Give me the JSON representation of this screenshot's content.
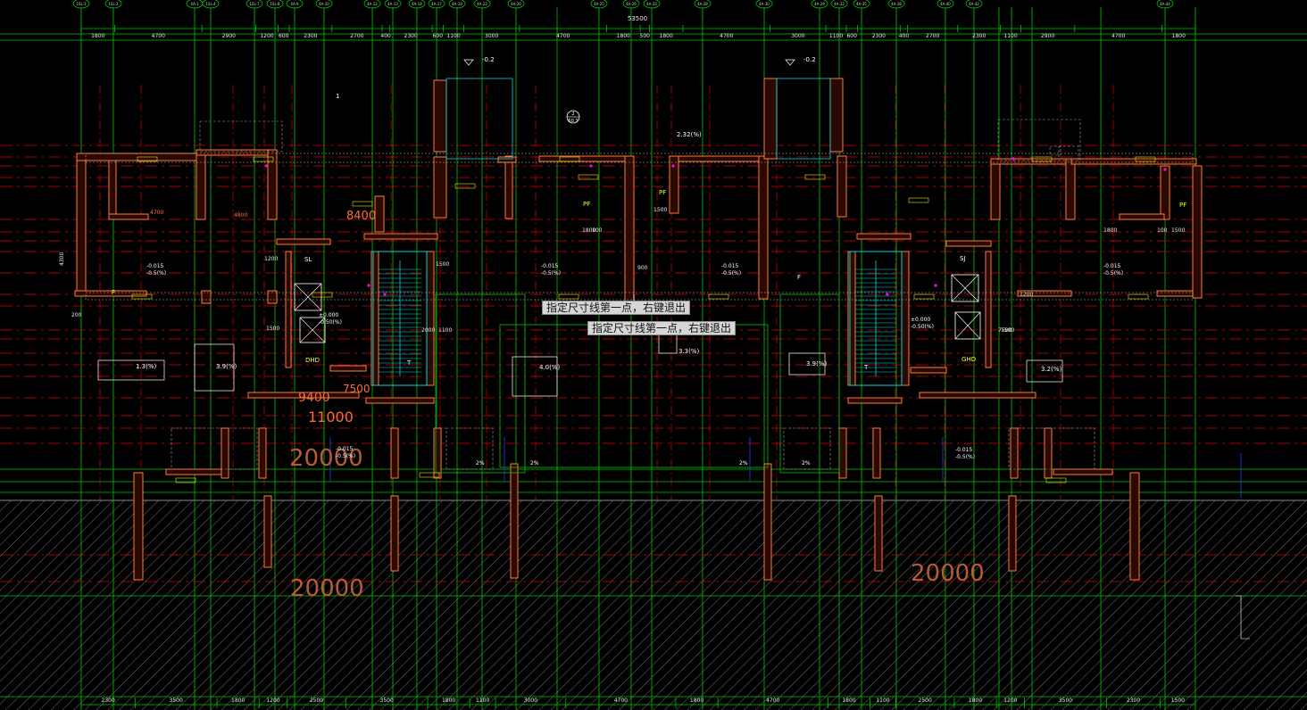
{
  "canvas": {
    "background": "#000000",
    "colors": {
      "axis_green": "#00c400",
      "axis_red": "#d40000",
      "wall_orange": "#ff7a3c",
      "wall_fill": "#2a0a00",
      "dim_yellow": "#e8e800",
      "cyan": "#00d6d6",
      "text_white": "#ffffff",
      "hatch_gray": "#7a7a7a",
      "accent_magenta": "#ff00ff",
      "label_blue": "#2040ff"
    }
  },
  "top_dimensions": {
    "total": "53500",
    "segments": [
      "1800",
      "4700",
      "2900",
      "1200",
      "600",
      "2300",
      "2700",
      "400",
      "2300",
      "600",
      "1100",
      "3000",
      "4700",
      "1800",
      "500",
      "1800",
      "4700",
      "3000",
      "1100",
      "600",
      "2300",
      "400",
      "2700",
      "2300",
      "1100",
      "2900",
      "4700",
      "1800"
    ]
  },
  "bottom_dimensions": {
    "segments": [
      "2300",
      "3500",
      "1800",
      "1200",
      "2500",
      "3500",
      "1800",
      "1100",
      "3000",
      "4700",
      "1800",
      "4700",
      "1800",
      "1100",
      "2500",
      "1800",
      "1200",
      "3500",
      "2300",
      "1500"
    ]
  },
  "axis_bubbles": [
    "1SL-1",
    "1SL-2",
    "4A-1",
    "1SL-4",
    "1SL-7",
    "1SL-8",
    "4A-9",
    "4A-10",
    "4A-12",
    "4A-13",
    "4A-14",
    "4A-17",
    "4A-19",
    "4A-22",
    "4A-20",
    "4A-25",
    "4A-26",
    "4A-33",
    "4A-28",
    "4A-30",
    "4A-29",
    "4A-32",
    "4A-35",
    "4A-38",
    "4A-40",
    "4A-42",
    "4A-44"
  ],
  "large_dims": {
    "d8400": "8400",
    "d9400": "9400",
    "d11000": "11000",
    "d7500": "7500",
    "d20000_a": "20000",
    "d20000_b": "20000",
    "d20000_c": "20000"
  },
  "elev_marks": [
    "-0.2",
    "-0.2",
    "2.32(%)",
    "1.3(%)",
    "3.9(%)",
    "4.0(%)",
    "3.3(%)",
    "3.9(%)",
    "3.2(%)"
  ],
  "room_labels": [
    "SL",
    "SJ",
    "PF",
    "PF",
    "PF",
    "F",
    "F",
    "DHD",
    "GHD",
    "T",
    "T",
    "1"
  ],
  "level_marks": [
    "±0.000",
    "-0.50(%)",
    "±0.000",
    "-0.50(%)",
    "-0.015",
    "-0.5(%)",
    "-0.015",
    "-0.5(%)",
    "-0.015",
    "-0.5(%)",
    "-0.015",
    "-0.5(%)",
    "-0.015",
    "-0.5(%)",
    "-0.015",
    "-0.5(%)"
  ],
  "small_dims": [
    "1200",
    "1500",
    "1500",
    "1200",
    "1500",
    "1500",
    "1800",
    "1500",
    "200",
    "900",
    "100",
    "100",
    "4700",
    "4800",
    "2000",
    "1100",
    "7500",
    "1800",
    "4300"
  ],
  "slope_marks": [
    "2%",
    "2%",
    "2%",
    "2%"
  ],
  "detail_ref": {
    "id": "2",
    "sheet": "60.3"
  },
  "prompts": {
    "tip1": "指定尺寸线第一点，右键退出",
    "tip2": "指定尺寸线第一点，右键退出"
  }
}
